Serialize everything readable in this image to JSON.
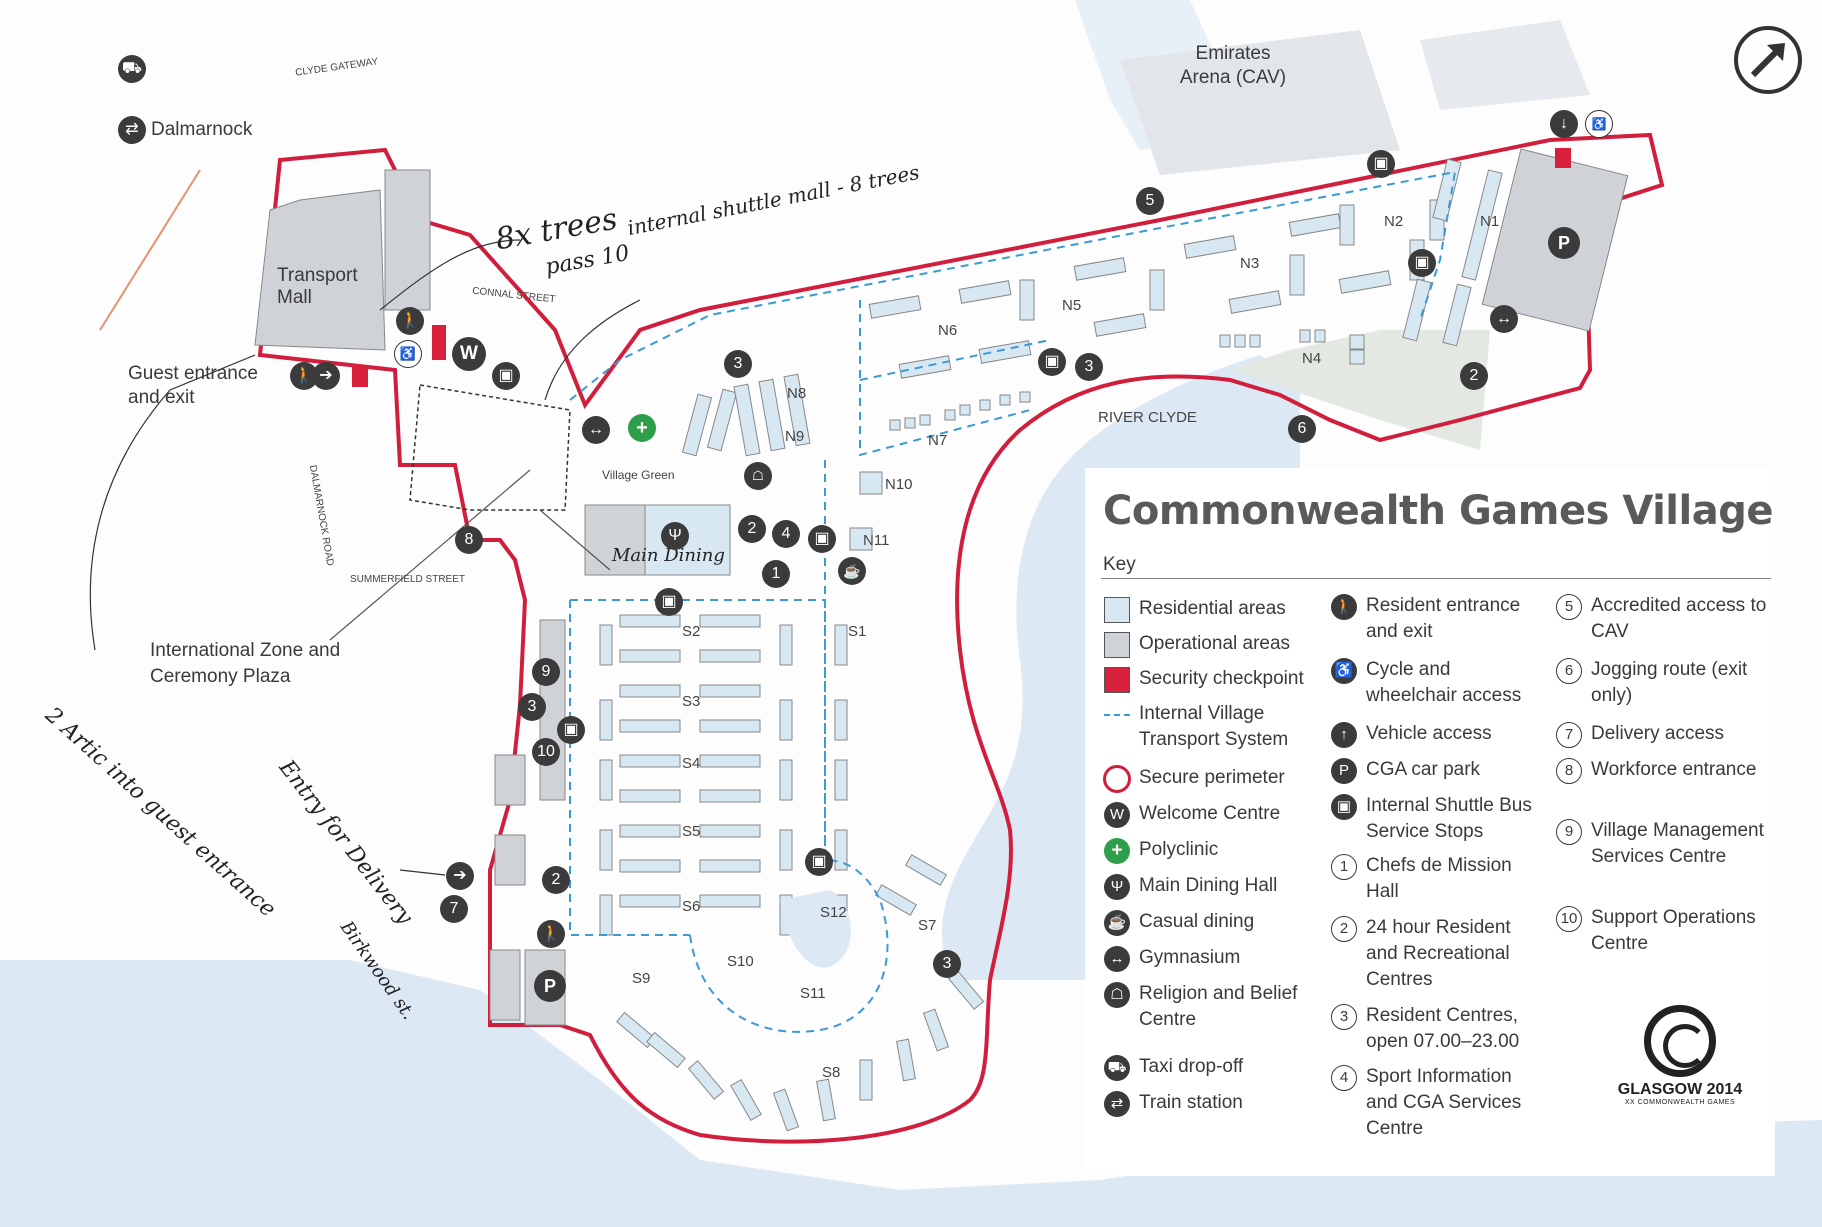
{
  "title": "Commonwealth Games Village",
  "key_heading": "Key",
  "legend": [
    {
      "id": "residential",
      "label": "Residential areas",
      "symbol": "swatch",
      "color": "#d8e8f3"
    },
    {
      "id": "operational",
      "label": "Operational areas",
      "symbol": "swatch",
      "color": "#cfd3d8"
    },
    {
      "id": "checkpoint",
      "label": "Security checkpoint",
      "symbol": "swatch",
      "color": "#d8203d"
    },
    {
      "id": "ivts",
      "label": "Internal Village Transport System",
      "symbol": "dashed-line",
      "color": "#3a9bd5"
    },
    {
      "id": "perimeter",
      "label": "Secure perimeter",
      "symbol": "ring",
      "color": "#d01e3c"
    },
    {
      "id": "welcome",
      "label": "Welcome Centre",
      "symbol": "W"
    },
    {
      "id": "polyclinic",
      "label": "Polyclinic",
      "symbol": "plus-icon",
      "color": "#2e9e4a"
    },
    {
      "id": "dining",
      "label": "Main Dining Hall",
      "symbol": "cutlery-icon"
    },
    {
      "id": "casual",
      "label": "Casual dining",
      "symbol": "cup-icon"
    },
    {
      "id": "gym",
      "label": "Gymnasium",
      "symbol": "dumbbell-icon"
    },
    {
      "id": "religion",
      "label": "Religion and Belief Centre",
      "symbol": "person-reading-icon"
    },
    {
      "id": "taxi",
      "label": "Taxi drop-off",
      "symbol": "taxi-icon"
    },
    {
      "id": "train",
      "label": "Train station",
      "symbol": "train-icon"
    },
    {
      "id": "resident_entrance",
      "label": "Resident entrance and exit",
      "symbol": "walk-icon"
    },
    {
      "id": "cycle",
      "label": "Cycle and wheelchair access",
      "symbol": "bike-icon"
    },
    {
      "id": "vehicle",
      "label": "Vehicle access",
      "symbol": "arrow-up-icon"
    },
    {
      "id": "carpark",
      "label": "CGA car park",
      "symbol": "P"
    },
    {
      "id": "shuttle",
      "label": "Internal Shuttle Bus Service Stops",
      "symbol": "bus-icon"
    },
    {
      "id": "n1",
      "label": "Chefs de Mission Hall",
      "symbol": "1"
    },
    {
      "id": "n2",
      "label": "24 hour Resident and Recreational Centres",
      "symbol": "2"
    },
    {
      "id": "n3",
      "label": "Resident Centres, open 07.00–23.00",
      "symbol": "3"
    },
    {
      "id": "n4",
      "label": "Sport Information and CGA Services Centre",
      "symbol": "4"
    },
    {
      "id": "n5",
      "label": "Accredited access to CAV",
      "symbol": "5"
    },
    {
      "id": "n6",
      "label": "Jogging route (exit only)",
      "symbol": "6"
    },
    {
      "id": "n7",
      "label": "Delivery access",
      "symbol": "7"
    },
    {
      "id": "n8",
      "label": "Workforce entrance",
      "symbol": "8"
    },
    {
      "id": "n9",
      "label": "Village Management Services Centre",
      "symbol": "9"
    },
    {
      "id": "n10",
      "label": "Support Operations Centre",
      "symbol": "10"
    }
  ],
  "places": {
    "dalmarnock": "Dalmarnock",
    "emirates": "Emirates Arena (CAV)",
    "transport_mall": "Transport Mall",
    "guest_entrance": "Guest entrance and exit",
    "intl_zone": "International Zone and Ceremony Plaza",
    "river": "RIVER CLYDE",
    "village_green": "Village Green",
    "main_dining": "Main Dining"
  },
  "streets": {
    "clyde_gateway": "CLYDE GATEWAY",
    "connal": "CONNAL STREET",
    "dalmarnock_road": "DALMARNOCK ROAD",
    "summerfield": "SUMMERFIELD STREET"
  },
  "zones": [
    "N1",
    "N2",
    "N3",
    "N4",
    "N5",
    "N6",
    "N7",
    "N8",
    "N9",
    "N10",
    "N11",
    "S1",
    "S2",
    "S3",
    "S4",
    "S5",
    "S6",
    "S7",
    "S8",
    "S9",
    "S10",
    "S11",
    "S12"
  ],
  "handwriting": {
    "trees": "8x trees",
    "pass": "pass 10",
    "shuttle": "internal shuttle mall - 8 trees",
    "artic": "2 Artic into guest entrance",
    "delivery": "Entry for Delivery",
    "birkwood": "Birkwood st."
  },
  "logo": {
    "line1": "GLASGOW 2014",
    "line2": "XX COMMONWEALTH GAMES"
  },
  "colors": {
    "perimeter": "#d01e3c",
    "river": "#dce9f4",
    "residential": "#d8e8f3",
    "operational": "#cfd3d8",
    "transport": "#3a9bd5"
  }
}
